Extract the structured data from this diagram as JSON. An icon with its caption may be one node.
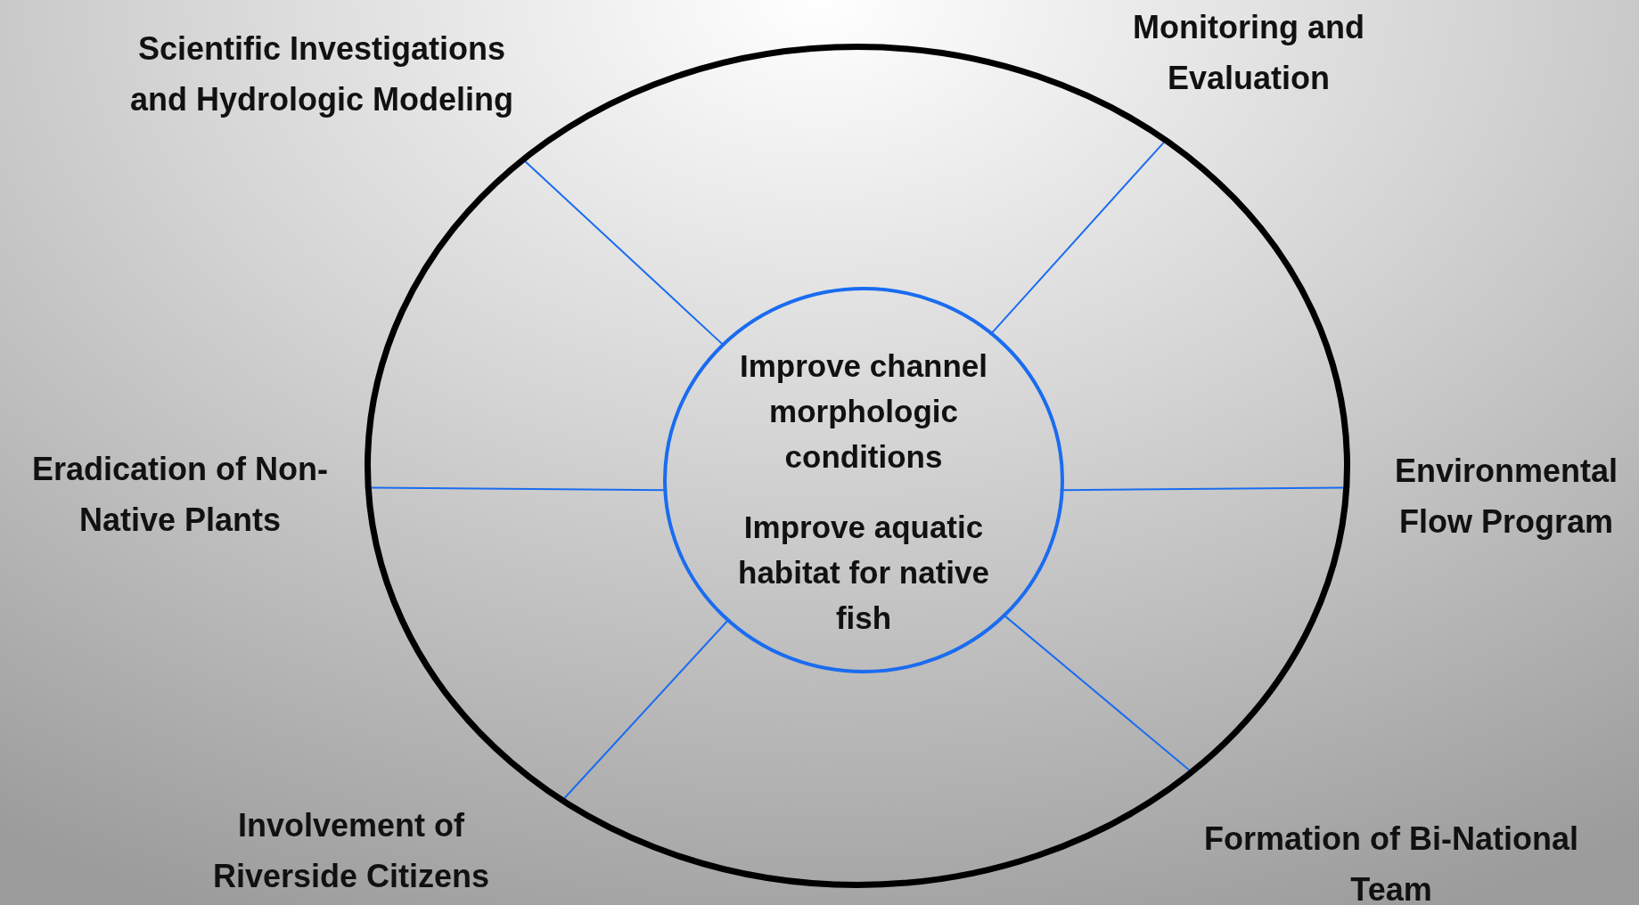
{
  "diagram": {
    "nodes": [
      {
        "text": [],
        "shape": "circle"
      },
      {
        "text": [
          "Improve channel morphologic conditions",
          "Improve aquatic habitat for native fish"
        ],
        "in": 0
      }
    ],
    "edges": [
      {
        "from": 0,
        "to": 1,
        "arrow": "none"
      },
      {
        "from": 0,
        "to": 1,
        "arrow": "none"
      },
      {
        "from": 0,
        "to": 1,
        "arrow": "none"
      },
      {
        "from": 0,
        "to": 1,
        "arrow": "none"
      },
      {
        "from": 0,
        "to": 1,
        "arrow": "none"
      },
      {
        "from": 0,
        "to": 1,
        "arrow": "none"
      }
    ],
    "labels": [
      "Scientific Investigations and Hydrologic Modeling",
      "Monitoring and Evaluation",
      "Eradication of Non-Native Plants",
      "Environmental Flow Program",
      "Involvement of Riverside Citizens",
      "Formation of Bi-National Team"
    ]
  }
}
